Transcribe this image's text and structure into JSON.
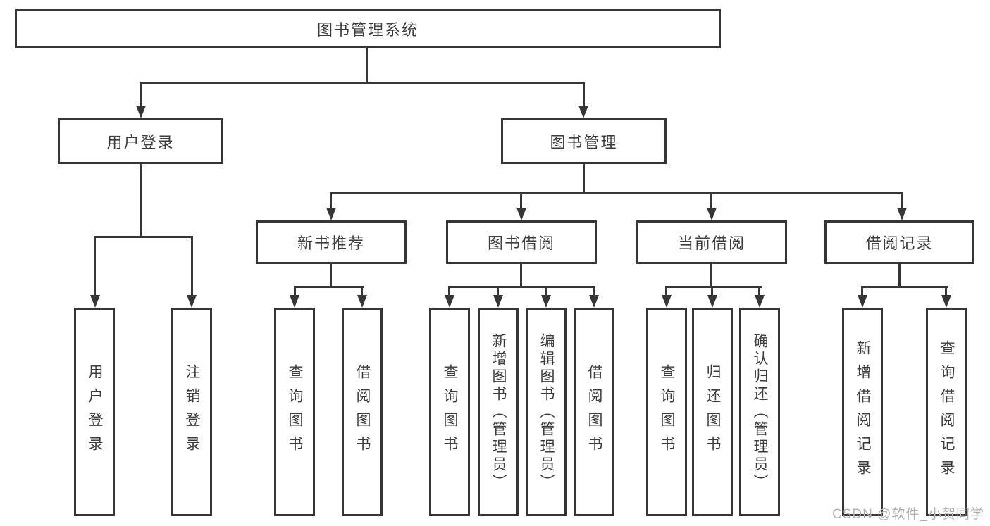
{
  "colors": {
    "line": "#363636",
    "box_border": "#363636",
    "box_fill": "#ffffff",
    "text": "#3d3d3d",
    "watermark": "#b3b3b3",
    "background": "#ffffff"
  },
  "tree": {
    "root": {
      "label": "图书管理系统"
    },
    "branches": [
      {
        "label": "用户登录",
        "children": [
          {
            "label": "用户登录"
          },
          {
            "label": "注销登录"
          }
        ]
      },
      {
        "label": "图书管理",
        "children": [
          {
            "label": "新书推荐",
            "children": [
              {
                "label": "查询图书"
              },
              {
                "label": "借阅图书"
              }
            ]
          },
          {
            "label": "图书借阅",
            "children": [
              {
                "label": "查询图书"
              },
              {
                "label": "新增图书（管理员）"
              },
              {
                "label": "编辑图书（管理员）"
              },
              {
                "label": "借阅图书"
              }
            ]
          },
          {
            "label": "当前借阅",
            "children": [
              {
                "label": "查询图书"
              },
              {
                "label": "归还图书"
              },
              {
                "label": "确认归还（管理员）"
              }
            ]
          },
          {
            "label": "借阅记录",
            "children": [
              {
                "label": "新增借阅记录"
              },
              {
                "label": "查询借阅记录"
              }
            ]
          }
        ]
      }
    ]
  },
  "watermark": {
    "text": "CSDN @软件_小贺同学"
  }
}
